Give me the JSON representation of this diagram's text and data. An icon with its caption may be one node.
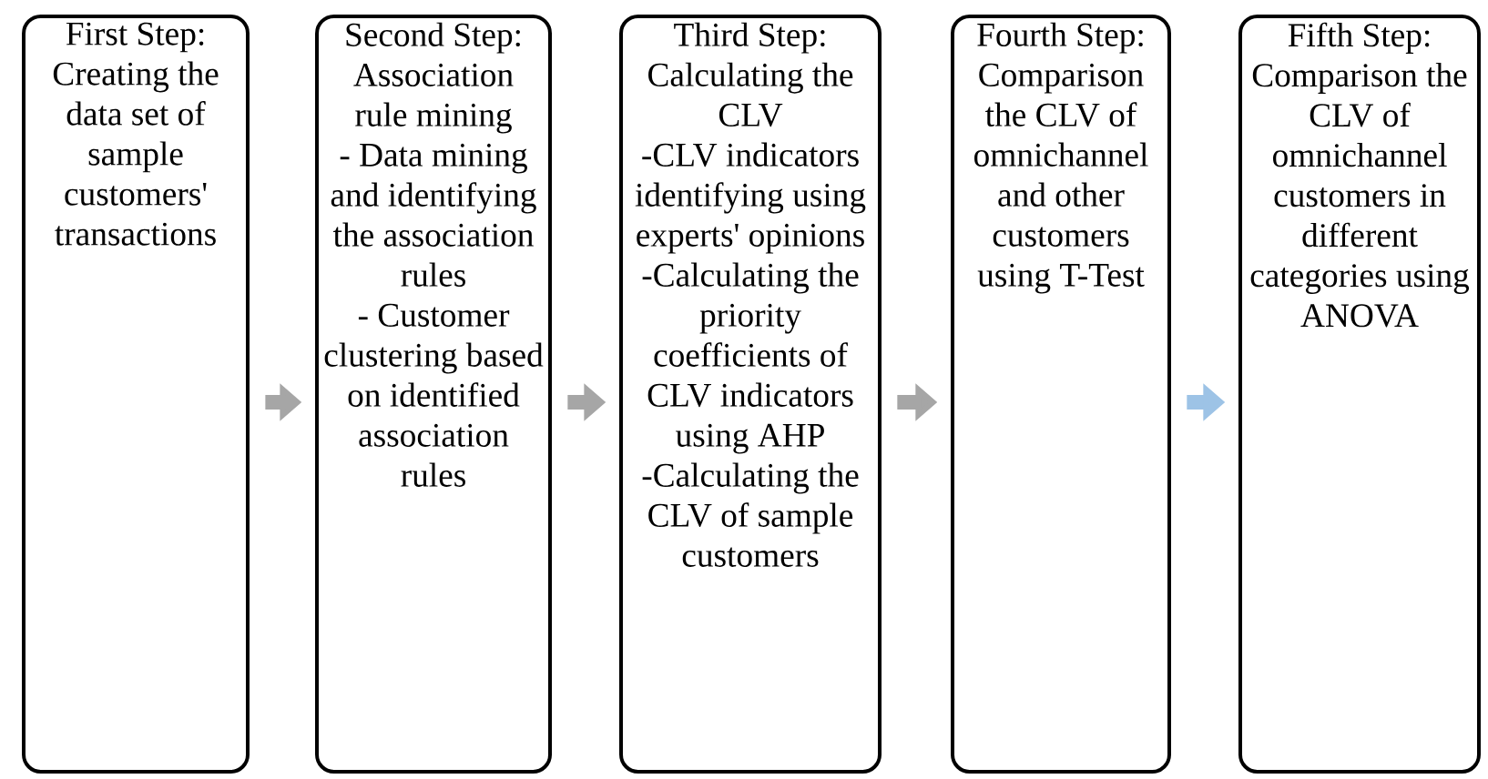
{
  "diagram": {
    "nodes": [
      {
        "text": [
          "First Step: Creating the data set of sample customers' transactions"
        ]
      },
      {
        "text": [
          "Second Step: Association rule mining",
          "- Data mining and identifying the association rules",
          "- Customer clustering based on identified association rules"
        ]
      },
      {
        "text": [
          "Third Step: Calculating the CLV",
          "-CLV indicators identifying using experts' opinions",
          "-Calculating the priority coefficients of CLV indicators using AHP",
          "-Calculating the CLV of sample customers"
        ]
      },
      {
        "text": [
          "Fourth Step: Comparison the CLV of omnichannel and other customers using T-Test"
        ]
      },
      {
        "text": [
          "Fifth Step: Comparison the CLV of omnichannel customers in different categories using ANOVA"
        ]
      }
    ],
    "edges": [
      {
        "from": 0,
        "to": 1,
        "arrow": "to"
      },
      {
        "from": 1,
        "to": 2,
        "arrow": "to"
      },
      {
        "from": 2,
        "to": 3,
        "arrow": "to"
      },
      {
        "from": 3,
        "to": 4,
        "arrow": "to",
        "color": "#9dc3e6"
      }
    ]
  }
}
